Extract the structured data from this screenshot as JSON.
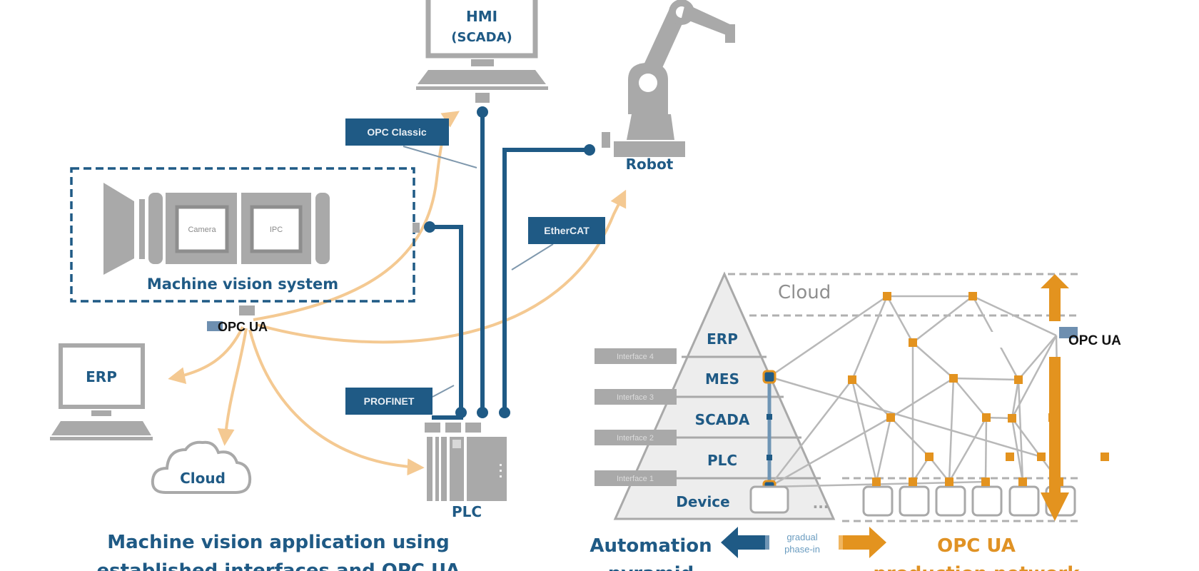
{
  "colors": {
    "navy": "#1f5a85",
    "orange": "#e3931f",
    "light_orange": "#f4c992",
    "grey": "#a9a9a9",
    "light_grey": "#ededed"
  },
  "left_panel": {
    "hmi": {
      "line1": "HMI",
      "line2": "(SCADA)"
    },
    "robot_label": "Robot",
    "machine_vision": {
      "title": "Machine vision system",
      "camera": "Camera",
      "ipc": "IPC"
    },
    "opc_ua_logo": "OPC UA",
    "erp_label": "ERP",
    "cloud_label": "Cloud",
    "plc_label": "PLC",
    "protocol_tags": {
      "opc_classic": "OPC Classic",
      "ethercat": "EtherCAT",
      "profinet": "PROFINET"
    },
    "caption_line1": "Machine vision application using",
    "caption_line2": "established interfaces and OPC UA"
  },
  "right_panel": {
    "cloud_zone": "Cloud",
    "pyramid_levels": [
      "ERP",
      "MES",
      "SCADA",
      "PLC",
      "Device"
    ],
    "interfaces": [
      "Interface 4",
      "Interface 3",
      "Interface 2",
      "Interface 1"
    ],
    "ellipsis": "...",
    "opc_ua_logo": "OPC UA",
    "bottom": {
      "left_label_line1": "Automation",
      "left_label_line2": "pyramid",
      "phase_line1": "gradual",
      "phase_line2": "phase-in",
      "right_label_line1": "OPC UA",
      "right_label_line2": "production network"
    }
  }
}
